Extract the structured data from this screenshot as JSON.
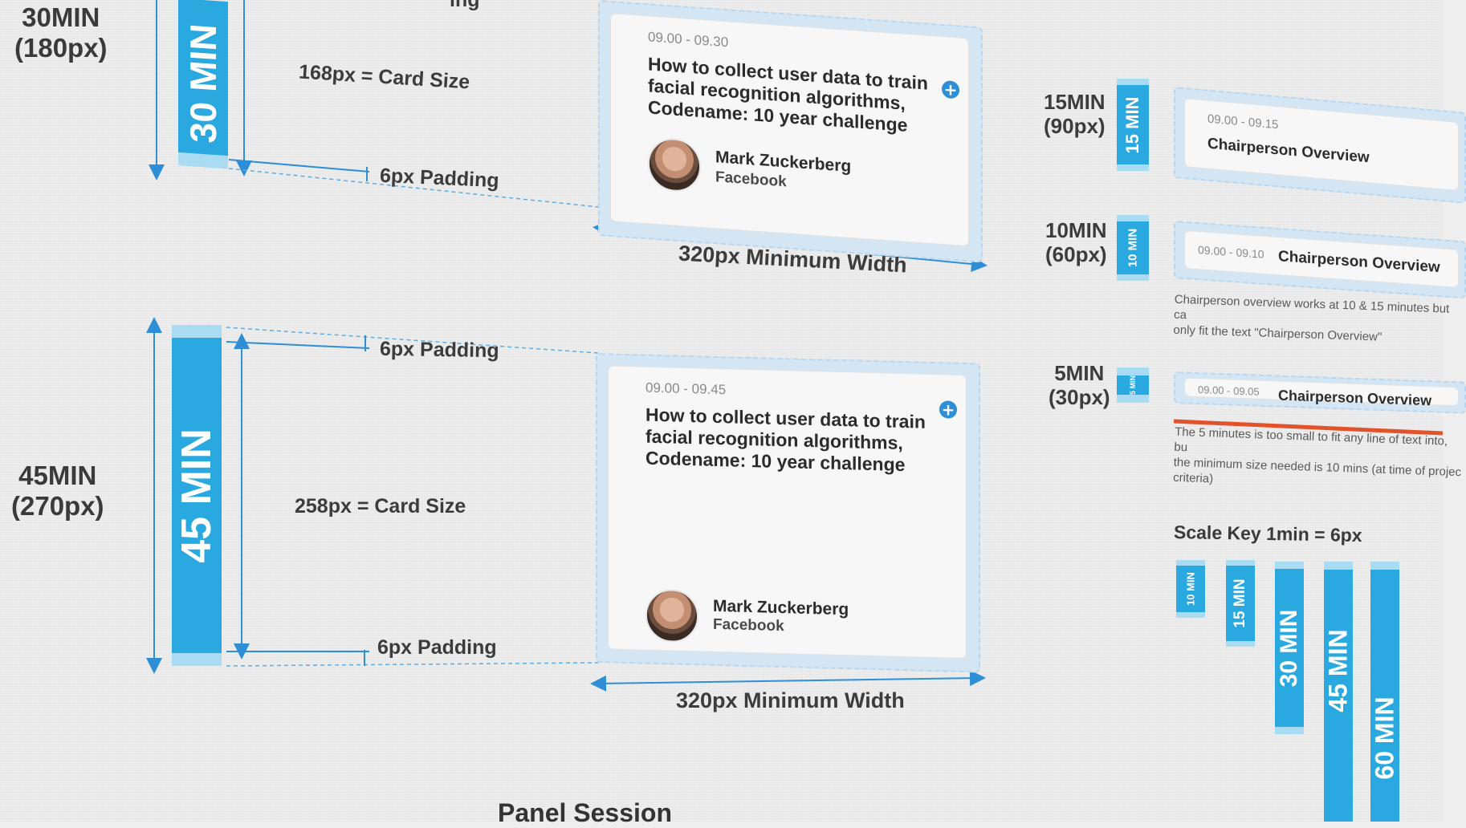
{
  "labels": {
    "thirty_min": "30MIN",
    "thirty_px": "(180px)",
    "fortyfive_min": "45MIN",
    "fortyfive_px": "(270px)",
    "fifteen_min": "15MIN",
    "fifteen_px": "(90px)",
    "ten_min": "10MIN",
    "ten_px": "(60px)",
    "five_min": "5MIN",
    "five_px": "(30px)"
  },
  "bars": {
    "b30": "30 MIN",
    "b45": "45 MIN",
    "b15": "15 MIN",
    "b10": "10 MIN",
    "b5": "5 MIN"
  },
  "annotations": {
    "card_size_30": "168px = Card Size",
    "card_size_45": "258px = Card Size",
    "padding": "6px Padding",
    "min_width": "320px Minimum Width",
    "top_cutoff": "ing"
  },
  "cards": {
    "c30": {
      "time": "09.00 - 09.30",
      "title_line1": "How to collect user data to train",
      "title_line2": "facial recognition algorithms,",
      "title_line3": "Codename: 10 year challenge",
      "speaker": "Mark Zuckerberg",
      "company": "Facebook"
    },
    "c45": {
      "time": "09.00 - 09.45",
      "title_line1": "How to collect user data to train",
      "title_line2": "facial recognition algorithms,",
      "title_line3": "Codename: 10 year challenge",
      "speaker": "Mark Zuckerberg",
      "company": "Facebook"
    },
    "c15": {
      "time": "09.00 - 09.15",
      "title": "Chairperson Overview"
    },
    "c10": {
      "time": "09.00 - 09.10",
      "title": "Chairperson Overview"
    },
    "c5": {
      "time": "09.00 - 09.05",
      "title": "Chairperson Overview"
    }
  },
  "notes": {
    "ten_note_1": "Chairperson overview works at 10 & 15 minutes but ca",
    "ten_note_2": "only fit the text \"Chairperson Overview\"",
    "five_note_1": "The 5 minutes is too small to fit any line of text into, bu",
    "five_note_2": "the minimum size needed is 10 mins (at time of projec",
    "five_note_3": "criteria)"
  },
  "scale_key": {
    "title": "Scale Key 1min = 6px",
    "items": [
      "10 MIN",
      "15 MIN",
      "30 MIN",
      "45 MIN",
      "60 MIN"
    ]
  },
  "footer": {
    "panel_session": "Panel Session"
  },
  "colors": {
    "bar_blue": "#2aa9e0",
    "bar_cap": "#a9dcf2",
    "line_blue": "#2e8fd6",
    "frame": "#d4e6f4",
    "warning_red": "#e2522b",
    "background": "#eeeeee"
  }
}
